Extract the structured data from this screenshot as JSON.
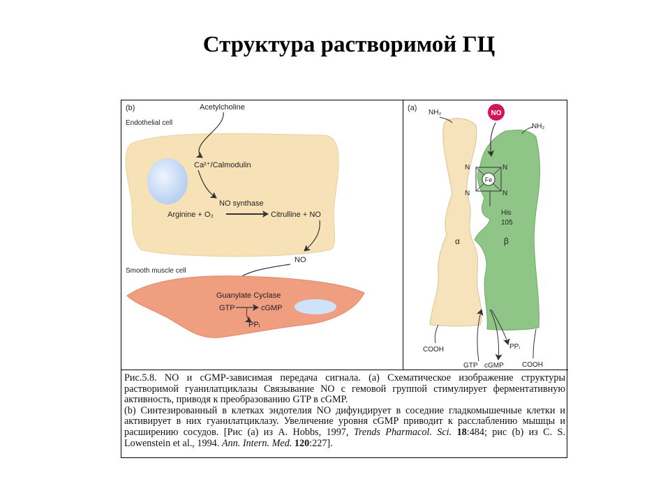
{
  "slide": {
    "title": "Структура растворимой ГЦ"
  },
  "panel_b": {
    "tag": "(b)",
    "acetylcholine": "Acetylcholine",
    "endothelial_cell": "Endothelial cell",
    "ca_calmodulin": "Ca²⁺/Calmodulin",
    "no_synthase": "NO synthase",
    "arginine": "Arginine + O₂",
    "citrulline": "Citrulline + NO",
    "no": "NO",
    "smooth_muscle_cell": "Smooth muscle cell",
    "guanylate_cyclase": "Guanylate Cyclase",
    "gtp": "GTP",
    "cgmp": "cGMP",
    "ppi": "PPᵢ"
  },
  "panel_a": {
    "tag": "(a)",
    "nh2_left": "NH₂",
    "nh2_right": "NH₂",
    "no": "NO",
    "n": "N",
    "fe": "Fe",
    "his": "His",
    "his_num": "105",
    "alpha": "α",
    "beta": "β",
    "cooh_left": "COOH",
    "cooh_right": "COOH",
    "ppi": "PPᵢ",
    "gtp": "GTP",
    "cgmp": "cGMP"
  },
  "caption": {
    "p1": "Рис.5.8. NO и cGMP-зависимая передача сигнала. (а) Схематическое изображение структуры растворимой гуанилатциклазы Связывание NO с гемовой группой стимулирует ферментативную активность, приводя к преобразованию GTP в cGMP.",
    "p2_main": "(b) Синтезированный в клетках эндотелия NO дифундирует в соседние гладкомышечные клетки и активирует в них гуанилатциклазу. Увеличение уровня cGMP приводит к расслаблению мышцы и расширению сосудов. [Рис (а) из A. Hobbs, 1997, ",
    "journal1": "Trends Pharmacol. Sci.",
    "vol1": "18",
    "pages1": ":484; рис (b) из C. S. Lowenstein et al., 1994. ",
    "journal2": "Ann. Intern. Med.",
    "vol2": "120",
    "pages2": ":227]."
  },
  "colors": {
    "endothelial_fill": "#f7e2b8",
    "smooth_muscle_fill": "#ef9e80",
    "nucleus_fill": "#cfe0f5",
    "alpha_fill": "#f6e3bb",
    "beta_fill": "#8fc587",
    "no_badge": "#d4145a"
  }
}
